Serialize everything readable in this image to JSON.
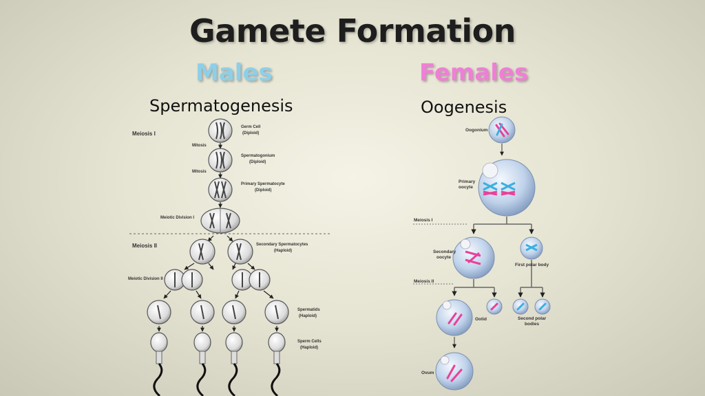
{
  "title": "Gamete Formation",
  "males": {
    "heading": "Males",
    "subheading": "Spermatogenesis",
    "labels": {
      "meiosis1": "Meiosis I",
      "mitosis1": "Mitosis",
      "mitosis2": "Mitosis",
      "meiotic_div1": "Meiotic Division I",
      "meiosis2": "Meiosis II",
      "meiotic_div2": "Meiotic Division II",
      "germ_cell": "Germ Cell",
      "germ_cell_sub": "(Diploid)",
      "spermatogonium": "Spermatogonium",
      "spermatogonium_sub": "(Diploid)",
      "primary_spermatocyte": "Primary Spermatocyte",
      "primary_spermatocyte_sub": "(Diploid)",
      "secondary_spermatocytes": "Secondary Spermatocytes",
      "secondary_spermatocytes_sub": "(Haploid)",
      "spermatids": "Spermatids",
      "spermatids_sub": "(Haploid)",
      "sperm_cells": "Sperm Cells",
      "sperm_cells_sub": "(Haploid)"
    }
  },
  "females": {
    "heading": "Females",
    "subheading": "Oogenesis",
    "labels": {
      "oogonium": "Oogonium",
      "primary_oocyte_1": "Primary",
      "primary_oocyte_2": "oocyte",
      "meiosis1": "Meiosis I",
      "secondary_oocyte_1": "Secondary",
      "secondary_oocyte_2": "oocyte",
      "first_polar_body": "First polar body",
      "meiosis2": "Meiosis II",
      "ootid": "Ootid",
      "second_polar_1": "Second polar",
      "second_polar_2": "bodies",
      "ovum": "Ovum"
    }
  },
  "colors": {
    "male_heading": "#8ecfe8",
    "female_heading": "#ef7fd6",
    "chromosome_pink": "#e8409a",
    "chromosome_blue": "#3ab0e0",
    "oocyte_fill": "#b9cde6"
  }
}
